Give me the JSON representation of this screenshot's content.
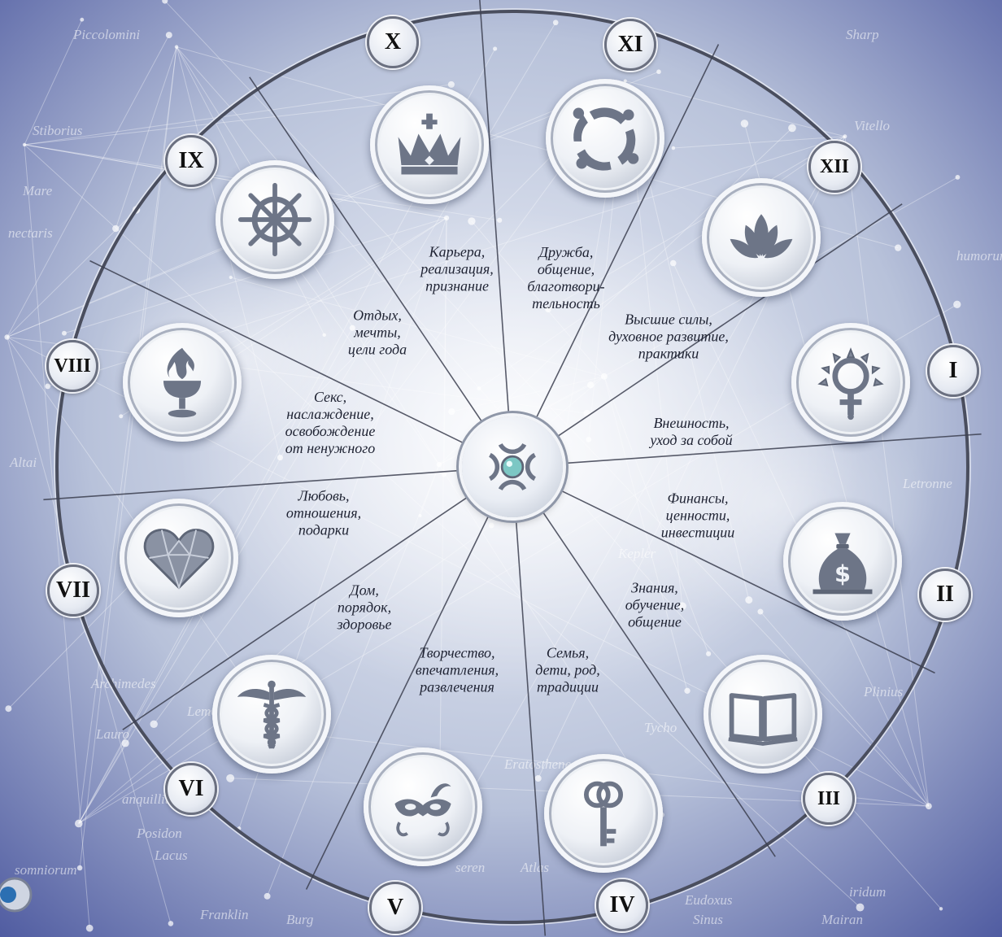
{
  "houses": [
    {
      "numeral": "I",
      "icon": "venus-sun-icon",
      "text": "Внешность,\nуход за собой"
    },
    {
      "numeral": "II",
      "icon": "money-bag-icon",
      "text": "Финансы,\nценности,\nинвестиции"
    },
    {
      "numeral": "III",
      "icon": "open-book-icon",
      "text": "Знания,\nобучение,\nобщение"
    },
    {
      "numeral": "IV",
      "icon": "key-rings-icon",
      "text": "Семья,\nдети, род,\nтрадиции"
    },
    {
      "numeral": "V",
      "icon": "carnival-mask-icon",
      "text": "Творчество,\nвпечатления,\nразвлечения"
    },
    {
      "numeral": "VI",
      "icon": "caduceus-icon",
      "text": "Дом,\nпорядок,\nздоровье"
    },
    {
      "numeral": "VII",
      "icon": "crystal-heart-icon",
      "text": "Любовь,\nотношения,\nподарки"
    },
    {
      "numeral": "VIII",
      "icon": "flaming-chalice-icon",
      "text": "Секс,\nнаслаждение,\nосвобождение\nот ненужного"
    },
    {
      "numeral": "IX",
      "icon": "ship-wheel-icon",
      "text": "Отдых,\nмечты,\nцели года"
    },
    {
      "numeral": "X",
      "icon": "crown-icon",
      "text": "Карьера,\nреализация,\nпризнание"
    },
    {
      "numeral": "XI",
      "icon": "people-circle-icon",
      "text": "Дружба,\nобщение,\nблаготвори-\nтельность"
    },
    {
      "numeral": "XII",
      "icon": "lotus-icon",
      "text": "Высшие силы,\nдуховное развитие,\nпрактики"
    }
  ],
  "center": {
    "icon": "moon-cross-icon"
  },
  "background_map_labels": [
    "Piccolomini",
    "Stiborius",
    "Mare",
    "nectaris",
    "Altai",
    "anquillitatis",
    "Posidon",
    "Lacus",
    "somniorum",
    "Franklin",
    "Burg",
    "Eudoxus",
    "Sinus",
    "iridum",
    "Mairan",
    "Sharp",
    "Vitello",
    "humorum",
    "Letronne",
    "Kepler",
    "Eratosthenes",
    "Archimedes",
    "Lauro",
    "Lemonnier",
    "seren",
    "Atlas",
    "Tycho",
    "Plinius"
  ],
  "colors": {
    "ring": "#4a4e5e",
    "sky_light": "#eef1f8",
    "sky_mid": "#b8c2da",
    "sky_deep": "#4e5aa0",
    "label": "#1e2232"
  }
}
